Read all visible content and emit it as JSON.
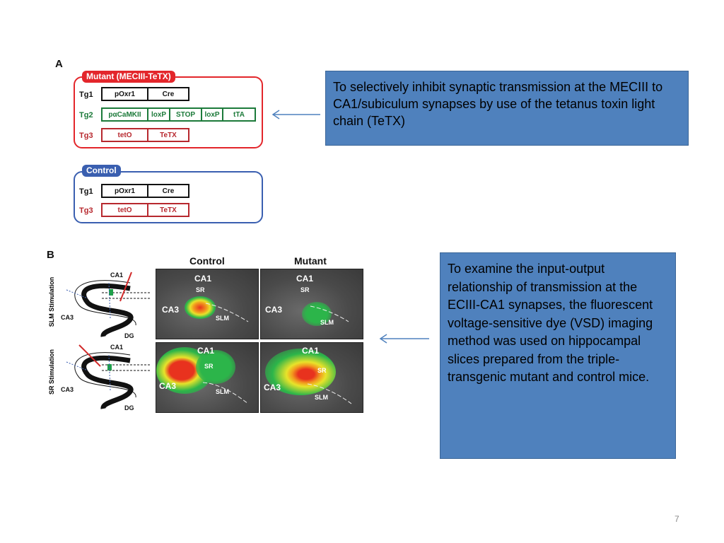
{
  "panel_a": {
    "letter": "A",
    "mutant": {
      "tag": "Mutant (MECIII-TeTX)",
      "rows": [
        {
          "label": "Tg1",
          "cells": [
            "pOxr1",
            "Cre"
          ]
        },
        {
          "label": "Tg2",
          "cells": [
            "pαCaMKII",
            "loxP",
            "STOP",
            "loxP",
            "tTA"
          ]
        },
        {
          "label": "Tg3",
          "cells": [
            "tetO",
            "TeTX"
          ]
        }
      ]
    },
    "control": {
      "tag": "Control",
      "rows": [
        {
          "label": "Tg1",
          "cells": [
            "pOxr1",
            "Cre"
          ]
        },
        {
          "label": "Tg3",
          "cells": [
            "tetO",
            "TeTX"
          ]
        }
      ]
    }
  },
  "panel_b": {
    "letter": "B",
    "col_titles": [
      "Control",
      "Mutant"
    ],
    "row_labels": [
      "SLM Stimulation",
      "SR Stimulation"
    ],
    "schematic_labels": {
      "ca1": "CA1",
      "ca3": "CA3",
      "dg": "DG"
    },
    "image_labels": {
      "ca1": "CA1",
      "ca3": "CA3",
      "sr": "SR",
      "slm": "SLM"
    }
  },
  "callouts": {
    "top": "To selectively inhibit synaptic transmission at the MECIII to CA1/subiculum synapses by use of the tetanus toxin light chain (TeTX)",
    "bottom": "To examine the input-output relationship of transmission at the ECIII-CA1 synapses, the fluorescent voltage-sensitive dye (VSD) imaging method was used on hippocampal slices prepared from the triple-transgenic mutant and control mice."
  },
  "slide_number": "7",
  "colors": {
    "mutant_red": "#e3262b",
    "control_blue": "#3a5fb0",
    "callout_blue": "#4f81bd"
  }
}
